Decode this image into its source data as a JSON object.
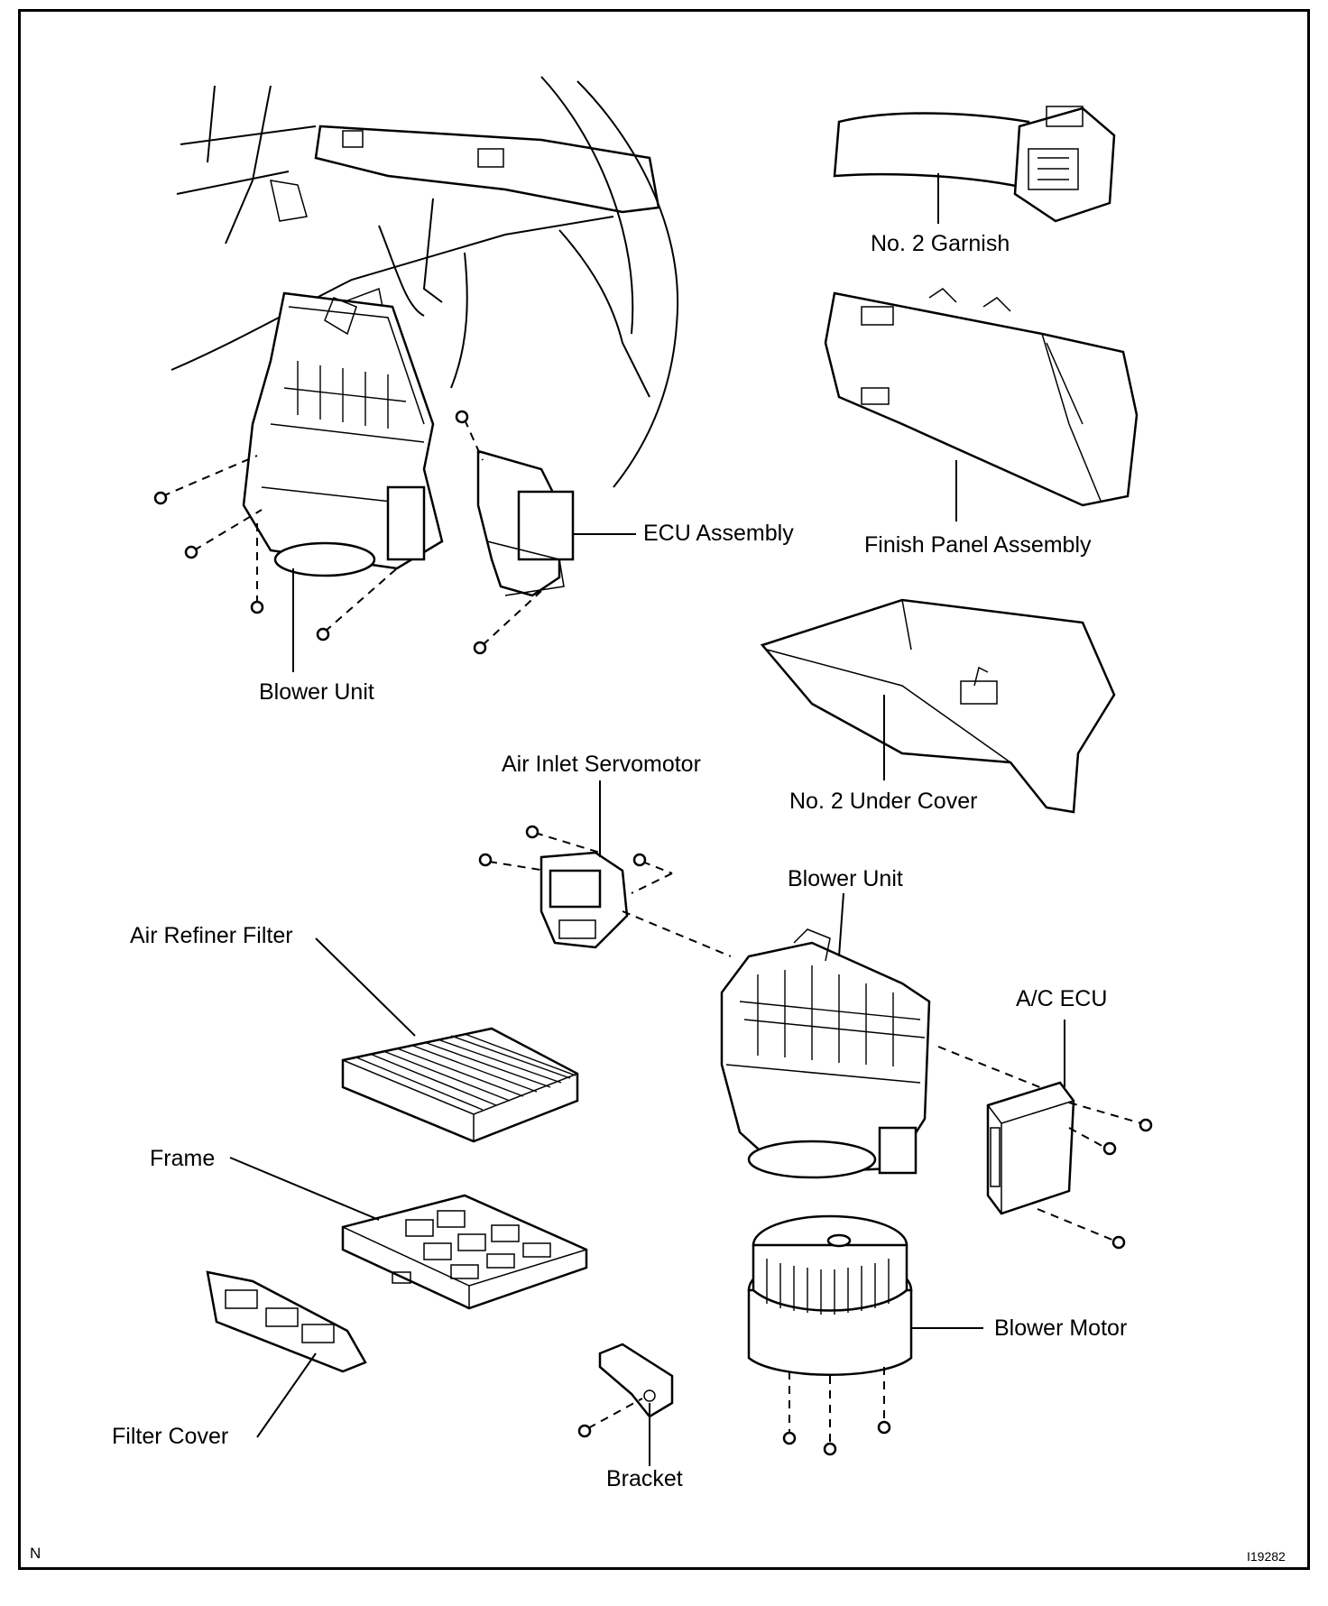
{
  "labels": {
    "no2_garnish": "No. 2 Garnish",
    "finish_panel": "Finish Panel Assembly",
    "ecu_assembly": "ECU Assembly",
    "blower_unit_top": "Blower Unit",
    "no2_under_cover": "No. 2 Under Cover",
    "air_inlet_servomotor": "Air Inlet Servomotor",
    "blower_unit": "Blower Unit",
    "air_refiner_filter": "Air Refiner Filter",
    "ac_ecu": "A/C ECU",
    "frame": "Frame",
    "blower_motor": "Blower Motor",
    "filter_cover": "Filter Cover",
    "bracket": "Bracket"
  },
  "corner": {
    "left": "N",
    "right": "I19282"
  }
}
